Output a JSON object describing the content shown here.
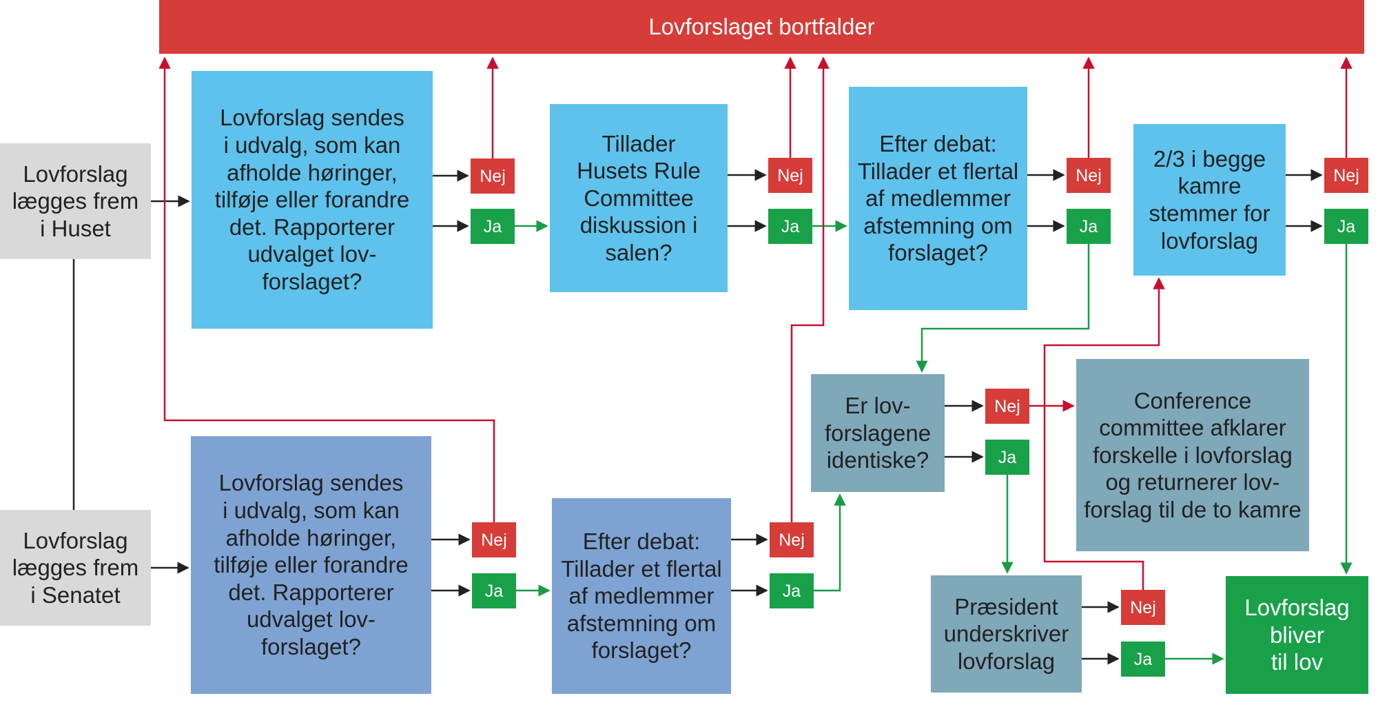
{
  "colors": {
    "red": "#d63c38",
    "red_line": "#c8102e",
    "green": "#18a149",
    "green_line": "#1a9a46",
    "black_line": "#222222",
    "light_blue": "#5ec2ec",
    "mid_blue": "#7ea3d3",
    "grey_blue": "#7fa8b9",
    "grey": "#d9d9d9"
  },
  "banner": {
    "text": "Lovforslaget bortfalder"
  },
  "start_house": {
    "text": "Lovforslag\nlægges frem\ni Huset"
  },
  "start_senate": {
    "text": "Lovforslag\nlægges frem\ni Senatet"
  },
  "house_committee": {
    "text": "Lovforslag sendes\ni udvalg, som kan\nafholde høringer,\ntilføje eller forandre\ndet. Rapporterer\nudvalget lov-\nforslaget?"
  },
  "house_rules": {
    "text": "Tillader\nHusets Rule\nCommittee\ndiskussion i\nsalen?"
  },
  "house_vote": {
    "text": "Efter debat:\nTillader et flertal\naf medlemmer\nafstemning om\nforslaget?"
  },
  "two_thirds": {
    "text": "2/3 i begge\nkamre\nstemmer for\nlovforslag"
  },
  "senate_committee": {
    "text": "Lovforslag sendes\ni udvalg, som kan\nafholde høringer,\ntilføje eller forandre\ndet. Rapporterer\nudvalget lov-\nforslaget?"
  },
  "senate_vote": {
    "text": "Efter debat:\nTillader et flertal\naf medlemmer\nafstemning om\nforslaget?"
  },
  "identical": {
    "text": "Er lov-\nforslagene\nidentiske?"
  },
  "conference": {
    "text": "Conference\ncommittee afklarer\nforskelle i lovforslag\nog returnerer lov-\nforslag til de to kamre"
  },
  "president": {
    "text": "Præsident\nunderskriver\nlovforslag"
  },
  "final": {
    "text": "Lovforslag\nbliver\ntil lov"
  },
  "labels": {
    "no": "Nej",
    "yes": "Ja"
  }
}
